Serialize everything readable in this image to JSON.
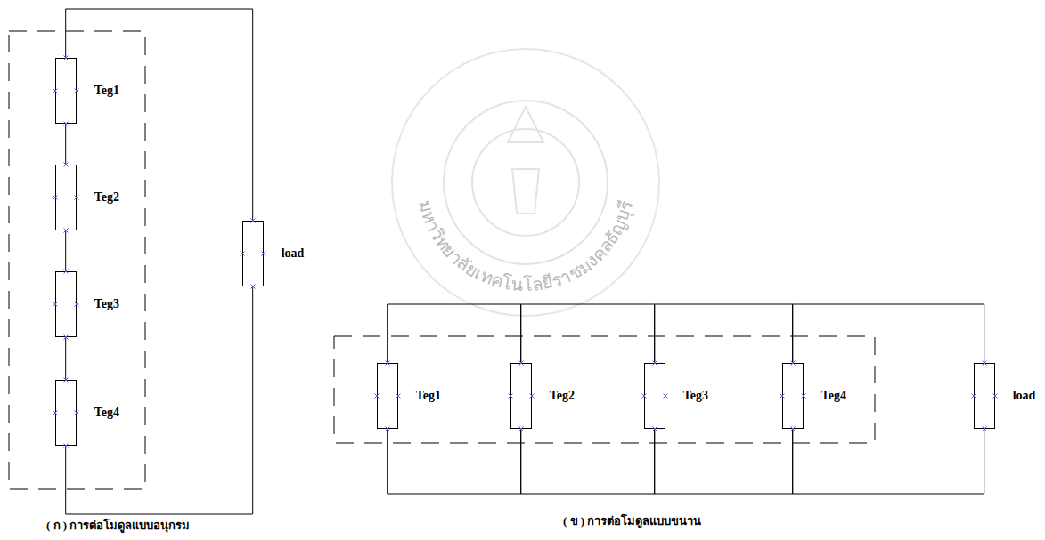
{
  "diagram": {
    "nodes": [
      {
        "text": [
          "Teg1"
        ]
      },
      {
        "text": [
          "Teg2"
        ]
      },
      {
        "text": [
          "Teg3"
        ]
      },
      {
        "text": [
          "Teg4"
        ]
      },
      {
        "text": [
          "load"
        ]
      },
      {
        "text": [
          "Teg1"
        ]
      },
      {
        "text": [
          "Teg2"
        ]
      },
      {
        "text": [
          "Teg3"
        ]
      },
      {
        "text": [
          "Teg4"
        ]
      },
      {
        "text": [
          "load"
        ]
      }
    ],
    "edges": [
      {
        "from": 0,
        "to": 1,
        "arrow": "none"
      },
      {
        "from": 1,
        "to": 2,
        "arrow": "none"
      },
      {
        "from": 2,
        "to": 3,
        "arrow": "none"
      },
      {
        "from": 3,
        "to": 4,
        "arrow": "none"
      },
      {
        "from": 4,
        "to": 0,
        "arrow": "none"
      },
      {
        "from": 5,
        "to": 6,
        "arrow": "none"
      },
      {
        "from": 6,
        "to": 7,
        "arrow": "none"
      },
      {
        "from": 7,
        "to": 8,
        "arrow": "none"
      },
      {
        "from": 8,
        "to": 9,
        "arrow": "none"
      },
      {
        "from": 5,
        "to": 6,
        "arrow": "none"
      },
      {
        "from": 6,
        "to": 7,
        "arrow": "none"
      },
      {
        "from": 7,
        "to": 8,
        "arrow": "none"
      },
      {
        "from": 8,
        "to": 9,
        "arrow": "none"
      }
    ],
    "labels": [
      "( ก ) การต่อโมดูลแบบอนุกรม",
      "( ข ) การต่อโมดูลแบบขนาน",
      "มหาวิทยาลัยเทคโนโลยีราชมงคลธัญบุรี"
    ]
  }
}
